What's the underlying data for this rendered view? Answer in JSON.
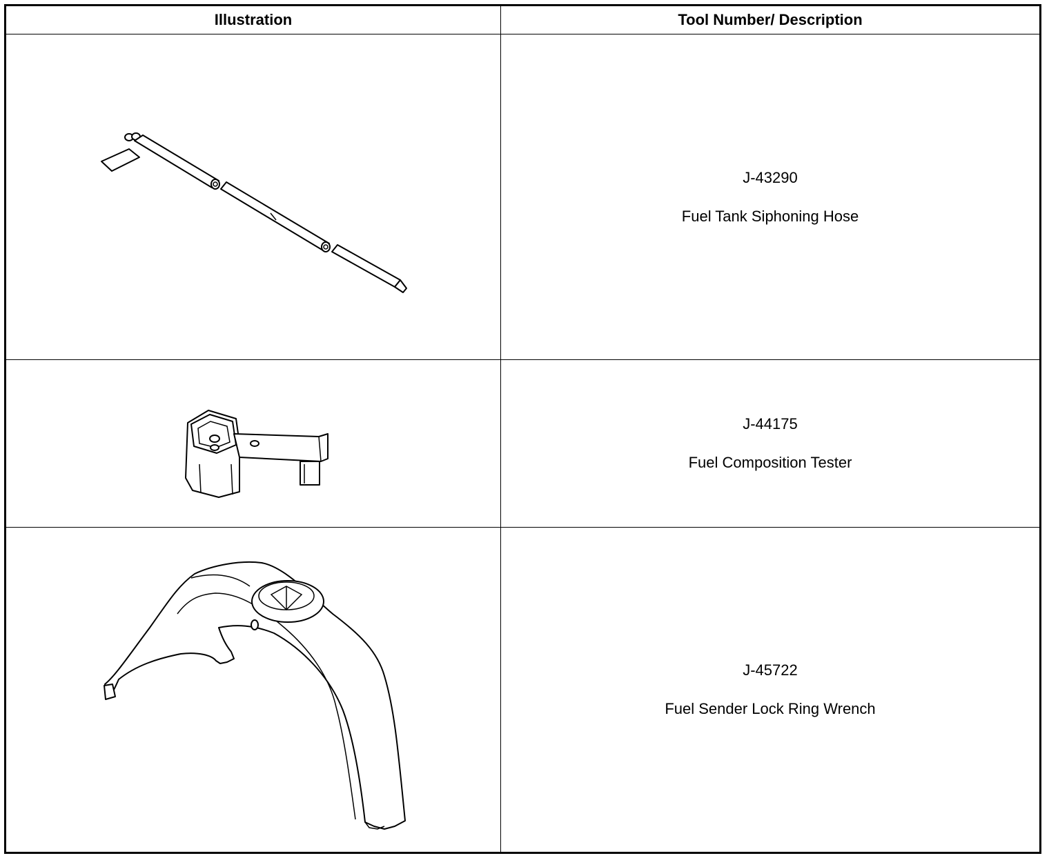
{
  "table": {
    "headers": {
      "illustration": "Illustration",
      "description": "Tool Number/ Description"
    },
    "rows": [
      {
        "tool_number": "J-43290",
        "description": "Fuel Tank Siphoning Hose",
        "illustration_icon": "siphoning-hose-illustration"
      },
      {
        "tool_number": "J-44175",
        "description": "Fuel Composition Tester",
        "illustration_icon": "composition-tester-illustration"
      },
      {
        "tool_number": "J-45722",
        "description": "Fuel Sender Lock Ring Wrench",
        "illustration_icon": "lock-ring-wrench-illustration"
      }
    ]
  }
}
